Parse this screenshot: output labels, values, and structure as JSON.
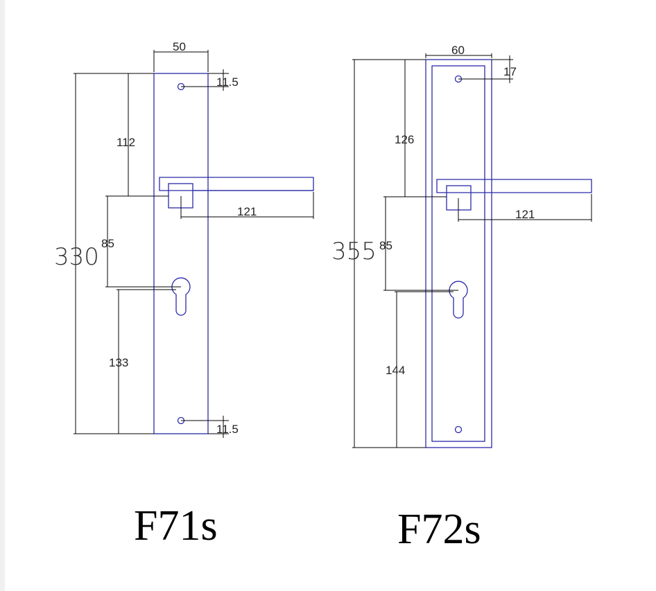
{
  "drawings": [
    {
      "model": "F71s",
      "dims": {
        "width": "50",
        "top_hole": "11.5",
        "bottom_hole": "11.5",
        "total_height": "330",
        "to_handle": "112",
        "handle_to_keyhole": "85",
        "keyhole_to_bottom": "133",
        "handle_length": "121"
      }
    },
    {
      "model": "F72s",
      "dims": {
        "width": "60",
        "top_hole": "17",
        "total_height": "355",
        "to_handle": "126",
        "handle_to_keyhole": "85",
        "keyhole_to_bottom": "144",
        "handle_length": "121"
      }
    }
  ],
  "colors": {
    "outline": "#2a2aa8",
    "dimension": "#000000"
  }
}
